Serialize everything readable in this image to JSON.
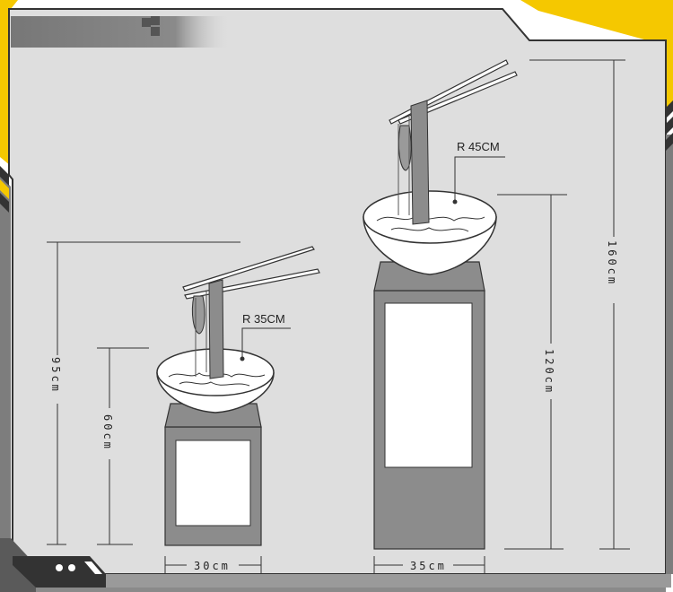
{
  "colors": {
    "frame_yellow": "#f5c800",
    "frame_gray": "#7d7d7d",
    "frame_dark": "#333333",
    "background": "#dedede",
    "line": "#333333"
  },
  "small_display": {
    "radius_label": "R 35CM",
    "total_height_label": "95cm",
    "stand_height_label": "60cm",
    "width_label": "30cm"
  },
  "large_display": {
    "radius_label": "R 45CM",
    "total_height_label": "160cm",
    "stand_height_label": "120cm",
    "width_label": "35cm"
  },
  "icons": {
    "header_bar": "gray-header-bar",
    "corner_dots": "two-dots-icon",
    "corner_slash": "slash-icon"
  }
}
